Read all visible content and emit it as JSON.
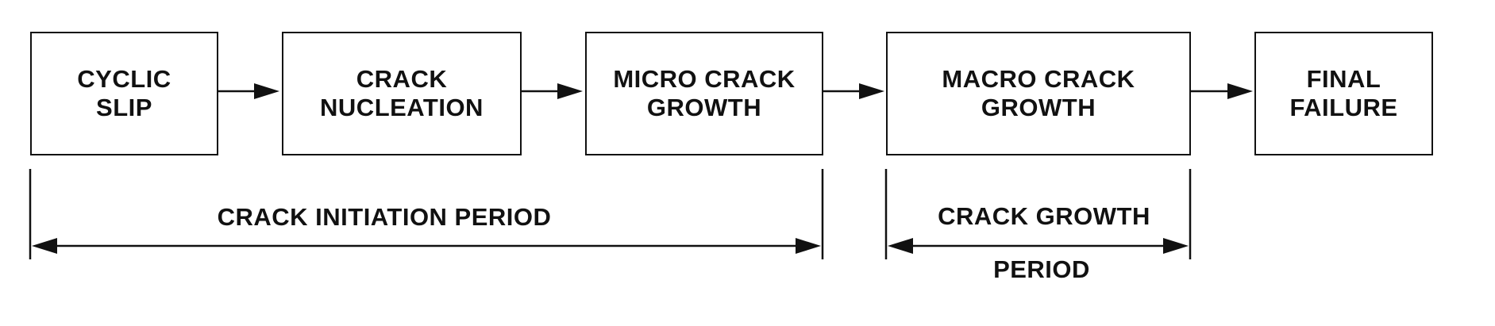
{
  "stages": [
    {
      "id": "cyclic-slip",
      "lines": [
        "CYCLIC",
        "SLIP"
      ]
    },
    {
      "id": "crack-nucleation",
      "lines": [
        "CRACK",
        "NUCLEATION"
      ]
    },
    {
      "id": "micro-crack-growth",
      "lines": [
        "MICRO CRACK",
        "GROWTH"
      ]
    },
    {
      "id": "macro-crack-growth",
      "lines": [
        "MACRO CRACK",
        "GROWTH"
      ]
    },
    {
      "id": "final-failure",
      "lines": [
        "FINAL",
        "FAILURE"
      ]
    }
  ],
  "periods": {
    "initiation": {
      "label": "CRACK INITIATION PERIOD"
    },
    "growth": {
      "label_line1": "CRACK GROWTH",
      "label_line2": "PERIOD"
    }
  },
  "colors": {
    "stroke": "#111111",
    "background": "#ffffff"
  }
}
